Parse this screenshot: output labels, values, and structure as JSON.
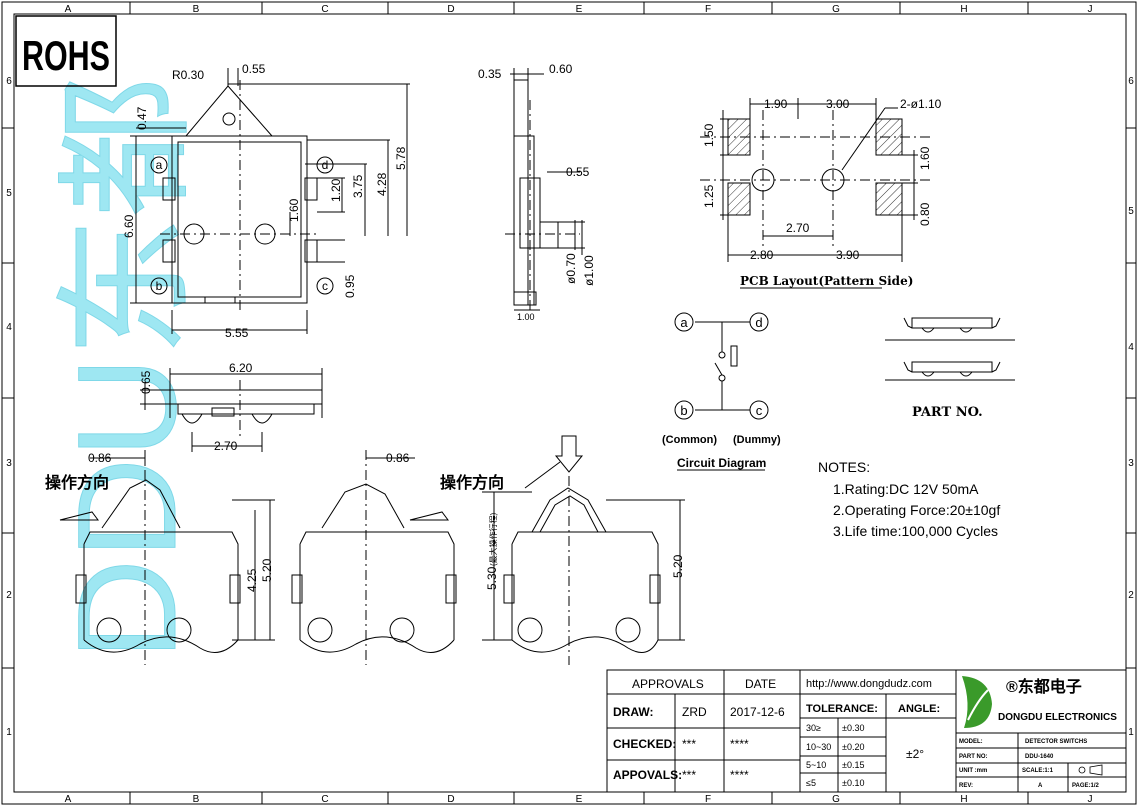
{
  "frame": {
    "cols": [
      "A",
      "B",
      "C",
      "D",
      "E",
      "F",
      "G",
      "H",
      "J"
    ],
    "rows": [
      "6",
      "5",
      "4",
      "3",
      "2",
      "1"
    ]
  },
  "rohs": "ROHS",
  "top_view": {
    "r030": "R0.30",
    "d055a": "0.55",
    "d047": "0.47",
    "d660": "6.60",
    "d578": "5.78",
    "d428": "4.28",
    "d375": "3.75",
    "d120": "1.20",
    "d160": "1.60",
    "d095": "0.95",
    "d555": "5.55",
    "la": "a",
    "lb": "b",
    "lc": "c",
    "ld": "d"
  },
  "side_view": {
    "d035": "0.35",
    "d060": "0.60",
    "d055b": "0.55",
    "d070": "ø0.70",
    "d100a": "ø1.00",
    "d100b": "1.00"
  },
  "bottom_view": {
    "d620": "6.20",
    "d065": "0.65",
    "d270": "2.70"
  },
  "pcb": {
    "d190": "1.90",
    "d300": "3.00",
    "hole": "2-ø1.10",
    "d150": "1.50",
    "d125": "1.25",
    "d160": "1.60",
    "d080": "0.80",
    "d270": "2.70",
    "d280": "2.80",
    "d390": "3.90",
    "title": "PCB Layout(Pattern Side)"
  },
  "circuit": {
    "a": "a",
    "b": "b",
    "c": "c",
    "d": "d",
    "common": "(Common)",
    "dummy": "(Dummy)",
    "title": "Circuit Diagram"
  },
  "part_no": "PART NO.",
  "notes": {
    "title": "NOTES:",
    "items": [
      "1.Rating:DC 12V 50mA",
      "2.Operating Force:20±10gf",
      "3.Life time:100,000 Cycles"
    ]
  },
  "operation": {
    "dir1": "操作方向",
    "dir2": "操作方向",
    "d086a": "0.86",
    "d086b": "0.86",
    "d425": "4.25",
    "d520a": "5.20",
    "d530": "5.30",
    "d530note": "(最大操作行程)",
    "d520b": "5.20"
  },
  "watermark": "DDU东都",
  "title_block": {
    "approvals": "APPROVALS",
    "date": "DATE",
    "website": "http://www.dongdudz.com",
    "tolerance": "TOLERANCE:",
    "angle": "ANGLE:",
    "draw": "DRAW:",
    "draw_by": "ZRD",
    "draw_date": "2017-12-6",
    "checked": "CHECKED:",
    "checked_by": "***",
    "checked_date": "****",
    "appovals": "APPOVALS:",
    "appovals_by": "***",
    "appovals_date": "****",
    "tol_rows": [
      [
        "30≥",
        "±0.30"
      ],
      [
        "10~30",
        "±0.20"
      ],
      [
        "5~10",
        "±0.15"
      ],
      [
        "≤5",
        "±0.10"
      ]
    ],
    "angle_val": "±2°",
    "brand_cn": "®东都电子",
    "brand_en": "DONGDU ELECTRONICS",
    "model_label": "MODEL:",
    "model_val": "DETECTOR SWITCHS",
    "partno_label": "PART NO:",
    "partno_val": "DDU-1640",
    "unit_label": "UNIT :mm",
    "scale": "SCALE:1:1",
    "rev_label": "REV:",
    "rev_val": "A",
    "page": "PAGE:1/2"
  },
  "colors": {
    "watermark": "#9ee7f2",
    "brand_green": "#3a9a2a"
  }
}
